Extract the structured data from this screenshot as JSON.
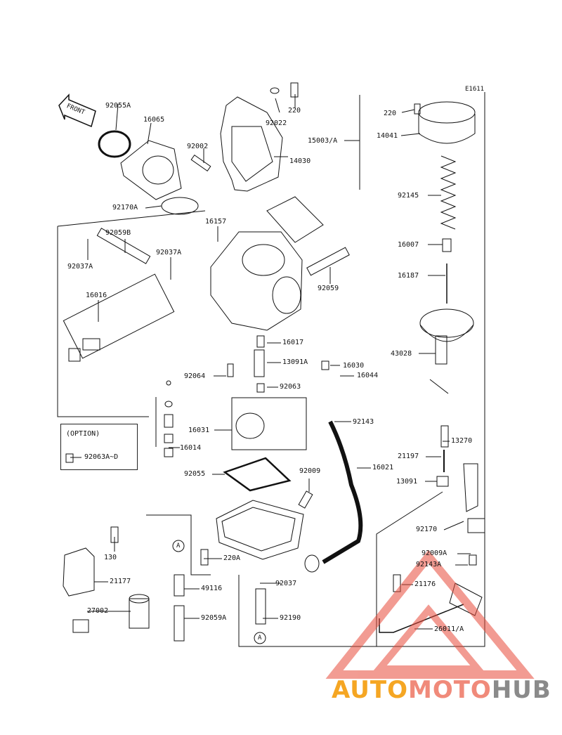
{
  "diagram_code": "E1611",
  "front_label": "FRONT",
  "option_label": "(OPTION)",
  "parts": [
    {
      "id": "92055A"
    },
    {
      "id": "16065"
    },
    {
      "id": "92002"
    },
    {
      "id": "14030"
    },
    {
      "id": "92022"
    },
    {
      "id": "220"
    },
    {
      "id": "15003/A"
    },
    {
      "id": "220"
    },
    {
      "id": "14041"
    },
    {
      "id": "92145"
    },
    {
      "id": "92170A"
    },
    {
      "id": "16157"
    },
    {
      "id": "92059B"
    },
    {
      "id": "92037A"
    },
    {
      "id": "92037A"
    },
    {
      "id": "92059"
    },
    {
      "id": "16007"
    },
    {
      "id": "16187"
    },
    {
      "id": "16016"
    },
    {
      "id": "16017"
    },
    {
      "id": "43028"
    },
    {
      "id": "13091A"
    },
    {
      "id": "16030"
    },
    {
      "id": "92064"
    },
    {
      "id": "16044"
    },
    {
      "id": "92063"
    },
    {
      "id": "92143"
    },
    {
      "id": "16031"
    },
    {
      "id": "16014"
    },
    {
      "id": "13270"
    },
    {
      "id": "21197"
    },
    {
      "id": "92063A~D"
    },
    {
      "id": "16021"
    },
    {
      "id": "92055"
    },
    {
      "id": "92009"
    },
    {
      "id": "13091"
    },
    {
      "id": "92170"
    },
    {
      "id": "130"
    },
    {
      "id": "220A"
    },
    {
      "id": "92009A"
    },
    {
      "id": "92143A"
    },
    {
      "id": "21177"
    },
    {
      "id": "49116"
    },
    {
      "id": "92037"
    },
    {
      "id": "21176"
    },
    {
      "id": "27002"
    },
    {
      "id": "92059A"
    },
    {
      "id": "92190"
    },
    {
      "id": "26011/A"
    },
    {
      "id": "A"
    },
    {
      "id": "A"
    }
  ],
  "watermark": {
    "part1": "AUTO",
    "part2": "MOTO",
    "part3": "HUB"
  },
  "colors": {
    "ink": "#111111",
    "watermark_orange": "#f5a623",
    "watermark_salmon": "#f08a7a",
    "watermark_gray": "#8a8a8a",
    "watermark_triangle": "#e84a3a"
  }
}
